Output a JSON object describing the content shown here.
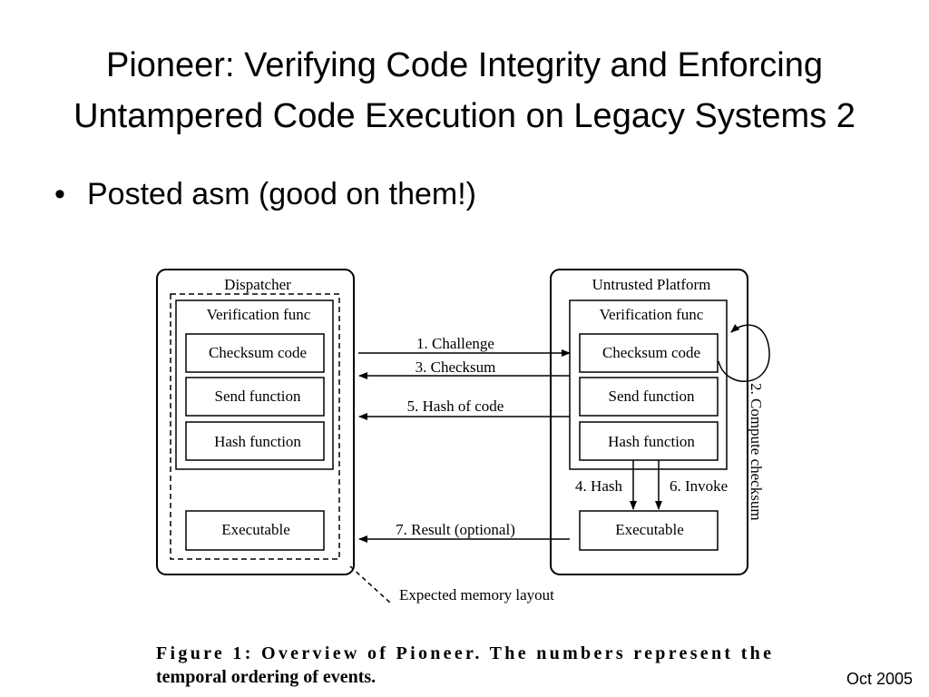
{
  "slide": {
    "title_line1": "Pioneer: Verifying Code Integrity and Enforcing",
    "title_line2": "Untampered Code Execution on Legacy Systems 2",
    "bullet": "Posted asm (good on them!)",
    "footer_date": "Oct 2005"
  },
  "diagram": {
    "dispatcher": {
      "title": "Dispatcher",
      "verification_label": "Verification func",
      "modules": [
        "Checksum code",
        "Send function",
        "Hash function"
      ],
      "executable": "Executable"
    },
    "untrusted": {
      "title": "Untrusted Platform",
      "verification_label": "Verification func",
      "modules": [
        "Checksum code",
        "Send function",
        "Hash function"
      ],
      "executable": "Executable"
    },
    "messages": {
      "challenge": "1. Challenge",
      "checksum": "3. Checksum",
      "hash_of_code": "5. Hash of code",
      "result": "7. Result (optional)",
      "hash": "4. Hash",
      "invoke": "6. Invoke",
      "compute": "2. Compute checksum"
    },
    "memory_label": "Expected memory layout",
    "caption_line1": "Figure 1:  Overview of Pioneer.  The numbers represent the",
    "caption_line2": "temporal ordering of events."
  }
}
